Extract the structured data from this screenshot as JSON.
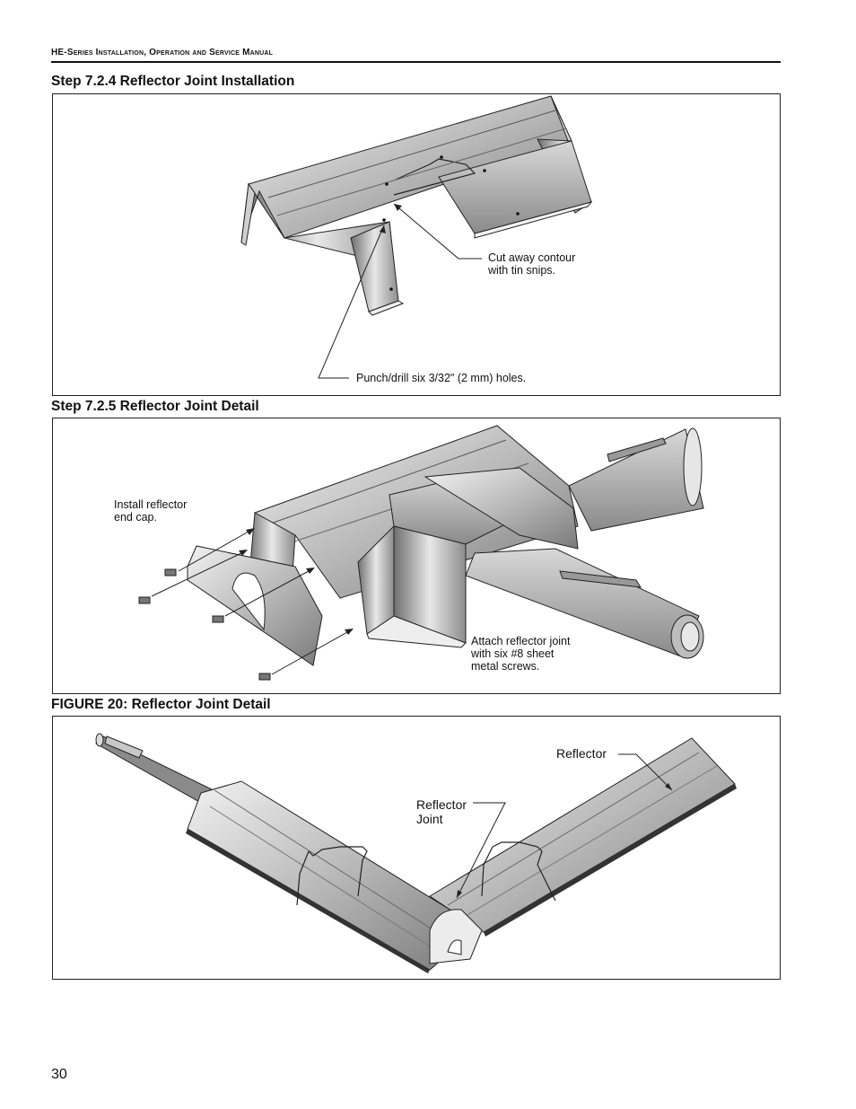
{
  "header": {
    "running_title": "HE-Series Installation, Operation and Service Manual"
  },
  "sections": [
    {
      "caption": "Step 7.2.4 Reflector Joint Installation",
      "callouts": [
        "Cut away contour\nwith tin snips.",
        "Punch/drill six 3/32\" (2 mm) holes."
      ]
    },
    {
      "caption": "Step 7.2.5 Reflector Joint Detail",
      "callouts": [
        "Install reflector\nend cap.",
        "Attach reflector joint\nwith six #8 sheet\nmetal screws."
      ]
    },
    {
      "caption": "FIGURE 20: Reflector Joint Detail",
      "callouts": [
        "Reflector",
        "Reflector\nJoint"
      ]
    }
  ],
  "footer": {
    "page_number": "30"
  }
}
